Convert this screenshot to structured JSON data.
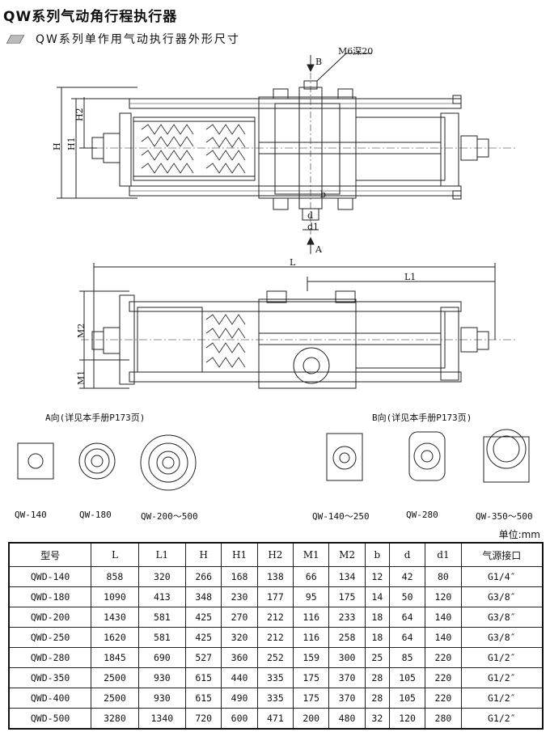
{
  "header": {
    "title": "QW系列气动角行程执行器",
    "subtitle": "QW系列单作用气动执行器外形尺寸"
  },
  "top_view_labels": {
    "thread": "M6深20",
    "b_arrow": "B",
    "a_arrow": "A",
    "H": "H",
    "H1": "H1",
    "H2": "H2",
    "b": "b",
    "d": "d",
    "d1": "d1"
  },
  "side_view_labels": {
    "L": "L",
    "L1": "L1",
    "M1": "M1",
    "M2": "M2"
  },
  "view_titles": {
    "a_view": "A向(详见本手册P173页)",
    "b_view": "B向(详见本手册P173页)"
  },
  "a_view_models": [
    "QW-140",
    "QW-180",
    "QW-200～500"
  ],
  "b_view_models": [
    "QW-140～250",
    "QW-280",
    "QW-350～500"
  ],
  "unit": "单位:mm",
  "table": {
    "headers": [
      "型号",
      "L",
      "L1",
      "H",
      "H1",
      "H2",
      "M1",
      "M2",
      "b",
      "d",
      "d1",
      "气源接口"
    ],
    "rows": [
      [
        "QWD-140",
        "858",
        "320",
        "266",
        "168",
        "138",
        "66",
        "134",
        "12",
        "42",
        "80",
        "G1/4″"
      ],
      [
        "QWD-180",
        "1090",
        "413",
        "348",
        "230",
        "177",
        "95",
        "175",
        "14",
        "50",
        "120",
        "G3/8″"
      ],
      [
        "QWD-200",
        "1430",
        "581",
        "425",
        "270",
        "212",
        "116",
        "233",
        "18",
        "64",
        "140",
        "G3/8″"
      ],
      [
        "QWD-250",
        "1620",
        "581",
        "425",
        "320",
        "212",
        "116",
        "258",
        "18",
        "64",
        "140",
        "G3/8″"
      ],
      [
        "QWD-280",
        "1845",
        "690",
        "527",
        "360",
        "252",
        "159",
        "300",
        "25",
        "85",
        "220",
        "G1/2″"
      ],
      [
        "QWD-350",
        "2500",
        "930",
        "615",
        "440",
        "335",
        "175",
        "370",
        "28",
        "105",
        "220",
        "G1/2″"
      ],
      [
        "QWD-400",
        "2500",
        "930",
        "615",
        "490",
        "335",
        "175",
        "370",
        "28",
        "105",
        "220",
        "G1/2″"
      ],
      [
        "QWD-500",
        "3280",
        "1340",
        "720",
        "600",
        "471",
        "200",
        "480",
        "32",
        "120",
        "280",
        "G1/2″"
      ]
    ]
  }
}
